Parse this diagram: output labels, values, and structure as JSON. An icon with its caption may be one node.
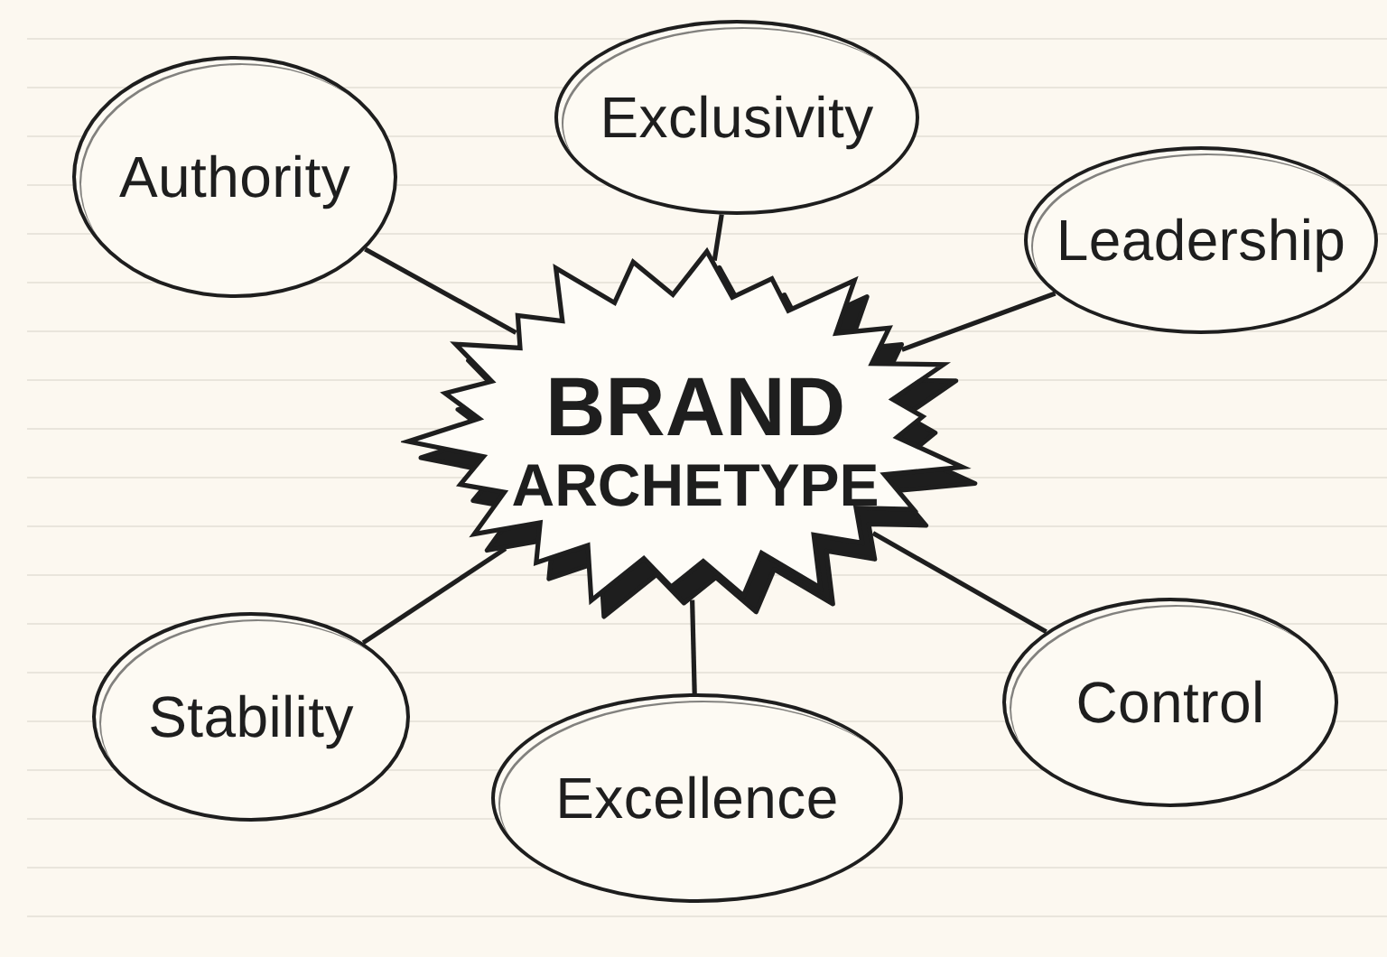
{
  "diagram": {
    "nodes": [
      {
        "text": [
          "Authority"
        ]
      },
      {
        "text": [
          "Exclusivity"
        ]
      },
      {
        "text": [
          "Leadership"
        ]
      },
      {
        "text": [
          "BRAND ARCHETYPE"
        ]
      },
      {
        "text": [
          "Stability"
        ]
      },
      {
        "text": [
          "Excellence"
        ]
      },
      {
        "text": [
          "Control"
        ]
      }
    ],
    "edges": [
      {
        "from": 3,
        "to": 0,
        "arrow": "none"
      },
      {
        "from": 3,
        "to": 1,
        "arrow": "none"
      },
      {
        "from": 3,
        "to": 2,
        "arrow": "none"
      },
      {
        "from": 3,
        "to": 4,
        "arrow": "none"
      },
      {
        "from": 3,
        "to": 5,
        "arrow": "none"
      },
      {
        "from": 3,
        "to": 6,
        "arrow": "none"
      }
    ]
  }
}
